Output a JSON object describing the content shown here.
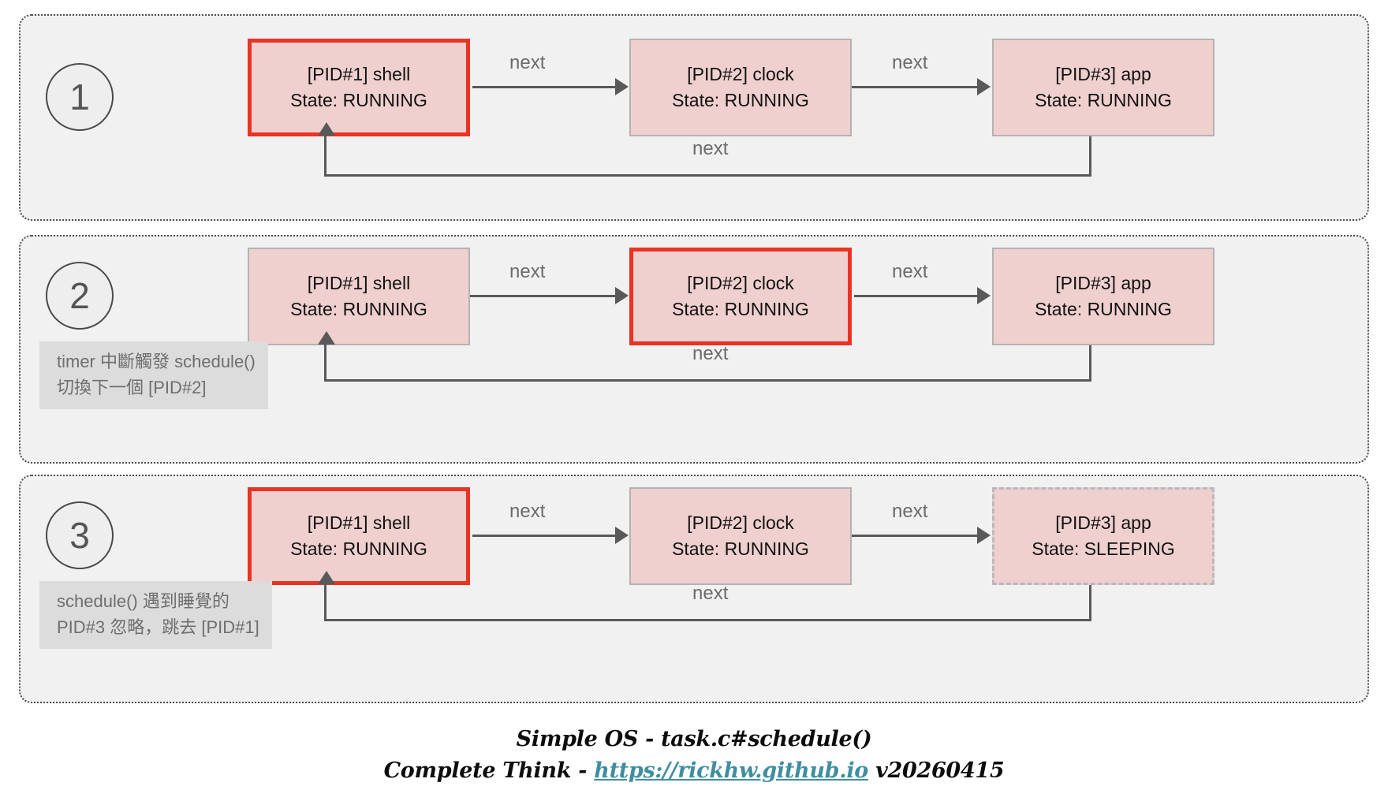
{
  "diagram": {
    "title": "Simple OS task scheduling round-robin linked list",
    "edge_label": "next",
    "colors": {
      "panel_bg": "#f1f1f1",
      "panel_border": "#4d4d4d",
      "box_fill": "#efd0cf",
      "box_border_gray": "#b3b3b3",
      "box_border_highlight": "#ea3323",
      "box_border_dashed": "#b9b9b9",
      "connector": "#595959",
      "note_bg": "#dcdcdc",
      "note_text": "#6e6e6e",
      "link": "#3f8ea0"
    },
    "steps": [
      {
        "number": "1",
        "note": null,
        "nodes": [
          {
            "title": "[PID#1] shell",
            "state": "State: RUNNING",
            "style": "red"
          },
          {
            "title": "[PID#2] clock",
            "state": "State: RUNNING",
            "style": "solid-gray"
          },
          {
            "title": "[PID#3] app",
            "state": "State: RUNNING",
            "style": "solid-gray"
          }
        ],
        "edges": [
          {
            "label": "next"
          },
          {
            "label": "next"
          },
          {
            "label": "next"
          }
        ]
      },
      {
        "number": "2",
        "note": {
          "line1": "timer 中斷觸發 schedule()",
          "line2": "切換下一個 [PID#2]"
        },
        "nodes": [
          {
            "title": "[PID#1] shell",
            "state": "State: RUNNING",
            "style": "solid-gray"
          },
          {
            "title": "[PID#2] clock",
            "state": "State: RUNNING",
            "style": "red"
          },
          {
            "title": "[PID#3] app",
            "state": "State: RUNNING",
            "style": "solid-gray"
          }
        ],
        "edges": [
          {
            "label": "next"
          },
          {
            "label": "next"
          },
          {
            "label": "next"
          }
        ]
      },
      {
        "number": "3",
        "note": {
          "line1": "schedule() 遇到睡覺的",
          "line2": "PID#3 忽略，跳去 [PID#1]"
        },
        "nodes": [
          {
            "title": "[PID#1] shell",
            "state": "State: RUNNING",
            "style": "red"
          },
          {
            "title": "[PID#2] clock",
            "state": "State: RUNNING",
            "style": "solid-gray"
          },
          {
            "title": "[PID#3] app",
            "state": "State: SLEEPING",
            "style": "dashed"
          }
        ],
        "edges": [
          {
            "label": "next"
          },
          {
            "label": "next"
          },
          {
            "label": "next"
          }
        ]
      }
    ]
  },
  "footer": {
    "line1": "Simple OS - task.c#schedule()",
    "line2_prefix": "Complete Think - ",
    "link": "https://rickhw.github.io",
    "version": " v20260415"
  }
}
